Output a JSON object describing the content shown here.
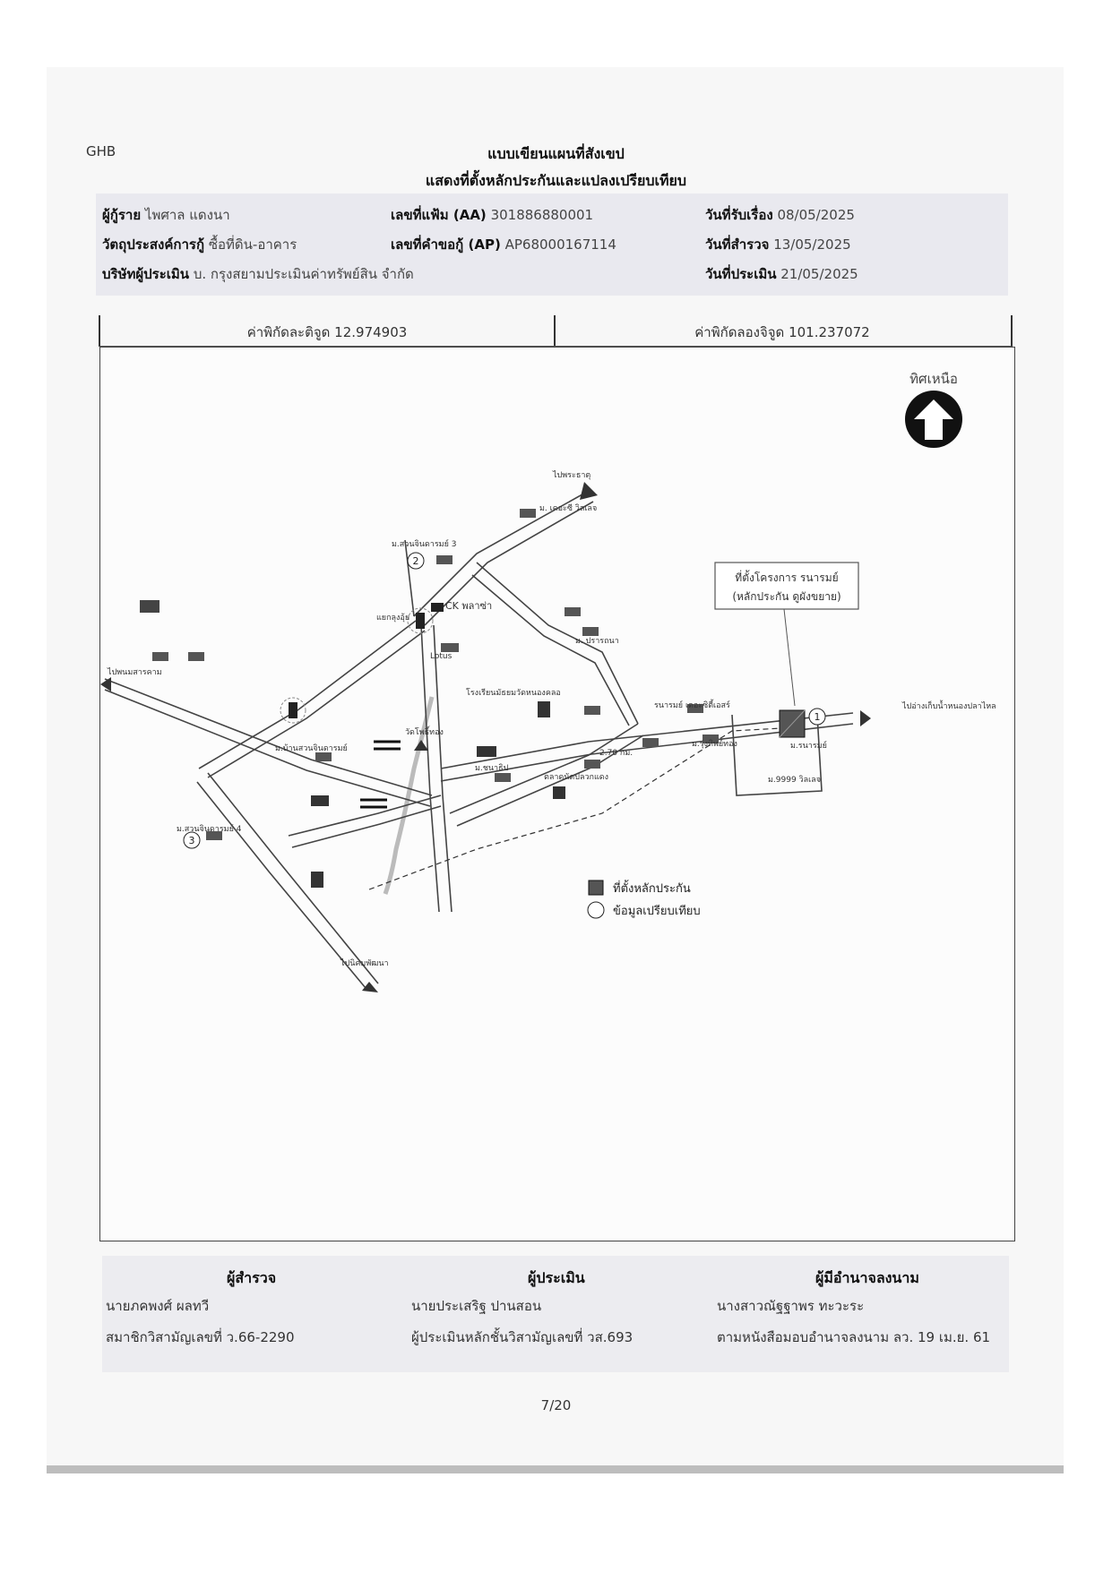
{
  "header": {
    "logo_text": "GHB",
    "title": "แบบเขียนแผนที่สังเขป",
    "subtitle": "แสดงที่ตั้งหลักประกันและแปลงเปรียบเทียบ"
  },
  "info": {
    "borrower_label": "ผู้กู้ราย",
    "borrower_value": "ไพศาล แดงนา",
    "file_no_label": "เลขที่แฟ้ม (AA)",
    "file_no_value": "301886880001",
    "received_label": "วันที่รับเรื่อง",
    "received_value": "08/05/2025",
    "purpose_label": "วัตถุประสงค์การกู้",
    "purpose_value": "ซื้อที่ดิน-อาคาร",
    "request_no_label": "เลขที่คำขอกู้ (AP)",
    "request_no_value": "AP68000167114",
    "survey_label": "วันที่สำรวจ",
    "survey_value": "13/05/2025",
    "company_label": "บริษัทผู้ประเมิน",
    "company_value": "บ. กรุงสยามประเมินค่าทรัพย์สิน จำกัด",
    "appraisal_label": "วันที่ประเมิน",
    "appraisal_value": "21/05/2025"
  },
  "coordinates": {
    "latitude_label": "ค่าพิกัดละติจูด",
    "latitude_value": "12.974903",
    "longitude_label": "ค่าพิกัดลองจิจูด",
    "longitude_value": "101.237072"
  },
  "map": {
    "north_label": "ทิศเหนือ",
    "project_callout_line1": "ที่ตั้งโครงการ รนารมย์",
    "project_callout_line2": "(หลักประกัน ดูผังขยาย)",
    "road_right_label": "ไปอ่างเก็บน้ำหนองปลาไหล",
    "ranarom_city_label": "รนารมย์ เดอะซิตี้เอสร์",
    "collateral_caption": "ม.รนารมย์",
    "m9999_label": "ม.9999 วิลเลจ",
    "distance_label": "2.70 กม.",
    "ck_plaza": "CK พลาซ่า",
    "lotus_label": "Lotus",
    "plaeng_yao_label": "แยกลุงอุ้ย",
    "suan_chin_3": "ม.สวนจินดารมย์ 3",
    "suan_chin_4": "ม.สวนจินดารมย์ 4",
    "ban_suan_chin": "ม.บ้านสวนจินดารมย์",
    "left_road_label": "ไปพนมสารคาม",
    "bottom_road_label": "ไปนิคมพัฒนา",
    "top_road_label": "ไปพระธาตุ",
    "house_village_label": "ม. เดอะซี วิลเลจ",
    "wat_label": "วัดโพธิ์ทอง",
    "school_label": "โรงเรียนมัธยมวัดหนองคลอ",
    "market_label": "ตลาดนัดปลวกแดง",
    "maruay_label": "ม. ปรารถนา",
    "rung_label": "ม.รุ่งทิพย์ทอง",
    "chanathip_label": "ม.ชนาธิป",
    "legend_collateral": "ที่ตั้งหลักประกัน",
    "legend_comparable": "ข้อมูลเปรียบเทียบ",
    "marker_1": "1",
    "marker_2": "2",
    "marker_3": "3"
  },
  "signatures": {
    "surveyor_title": "ผู้สำรวจ",
    "surveyor_name": "นายภคพงศ์ ผลทวี",
    "surveyor_detail": "สมาชิกวิสามัญเลขที่ ว.66-2290",
    "appraiser_title": "ผู้ประเมิน",
    "appraiser_name": "นายประเสริฐ ปานสอน",
    "appraiser_detail": "ผู้ประเมินหลักชั้นวิสามัญเลขที่ วส.693",
    "signer_title": "ผู้มีอำนาจลงนาม",
    "signer_name": "นางสาวณัฐฐาพร ทะวะระ",
    "signer_detail": "ตามหนังสือมอบอำนาจลงนาม ลว. 19 เม.ย. 61"
  },
  "page_number": "7/20"
}
